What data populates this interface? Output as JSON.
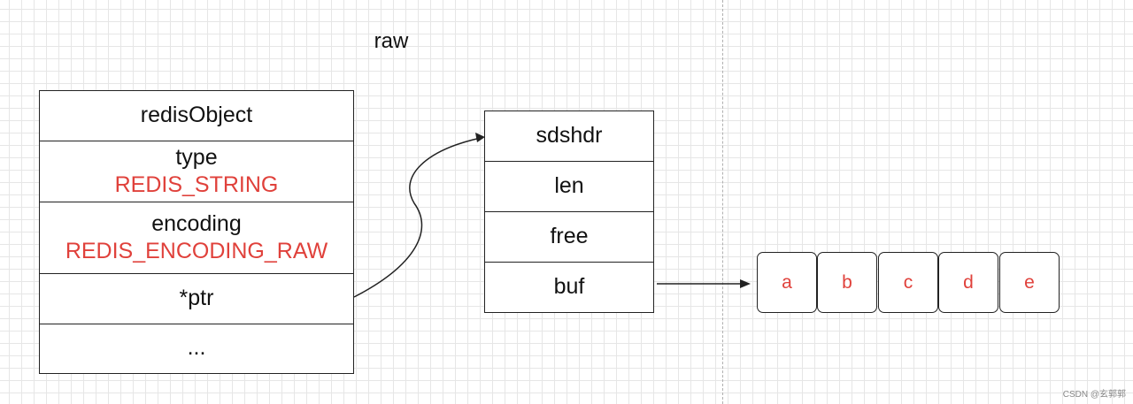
{
  "title": "raw",
  "redis_object": {
    "header": "redisObject",
    "type_label": "type",
    "type_value": "REDIS_STRING",
    "encoding_label": "encoding",
    "encoding_value": "REDIS_ENCODING_RAW",
    "ptr": "*ptr",
    "more": "..."
  },
  "sdshdr": {
    "header": "sdshdr",
    "len": "len",
    "free": "free",
    "buf": "buf"
  },
  "buffer_chars": [
    "a",
    "b",
    "c",
    "d",
    "e"
  ],
  "watermark": "CSDN @玄郭郭",
  "colors": {
    "value_text": "#e0413b",
    "line": "#222222",
    "grid": "#e6e6e6"
  }
}
